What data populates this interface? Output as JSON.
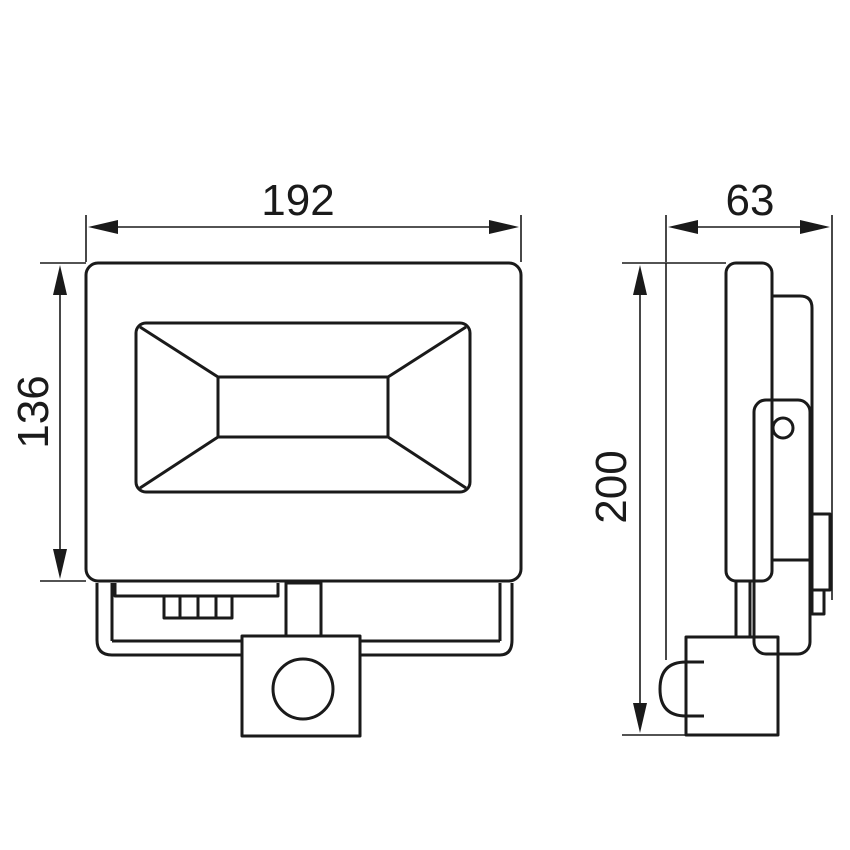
{
  "dimensions": {
    "width": "192",
    "height": "136",
    "depth": "63",
    "total_height": "200"
  },
  "colors": {
    "line": "#1a1a1a",
    "background": "#ffffff"
  }
}
